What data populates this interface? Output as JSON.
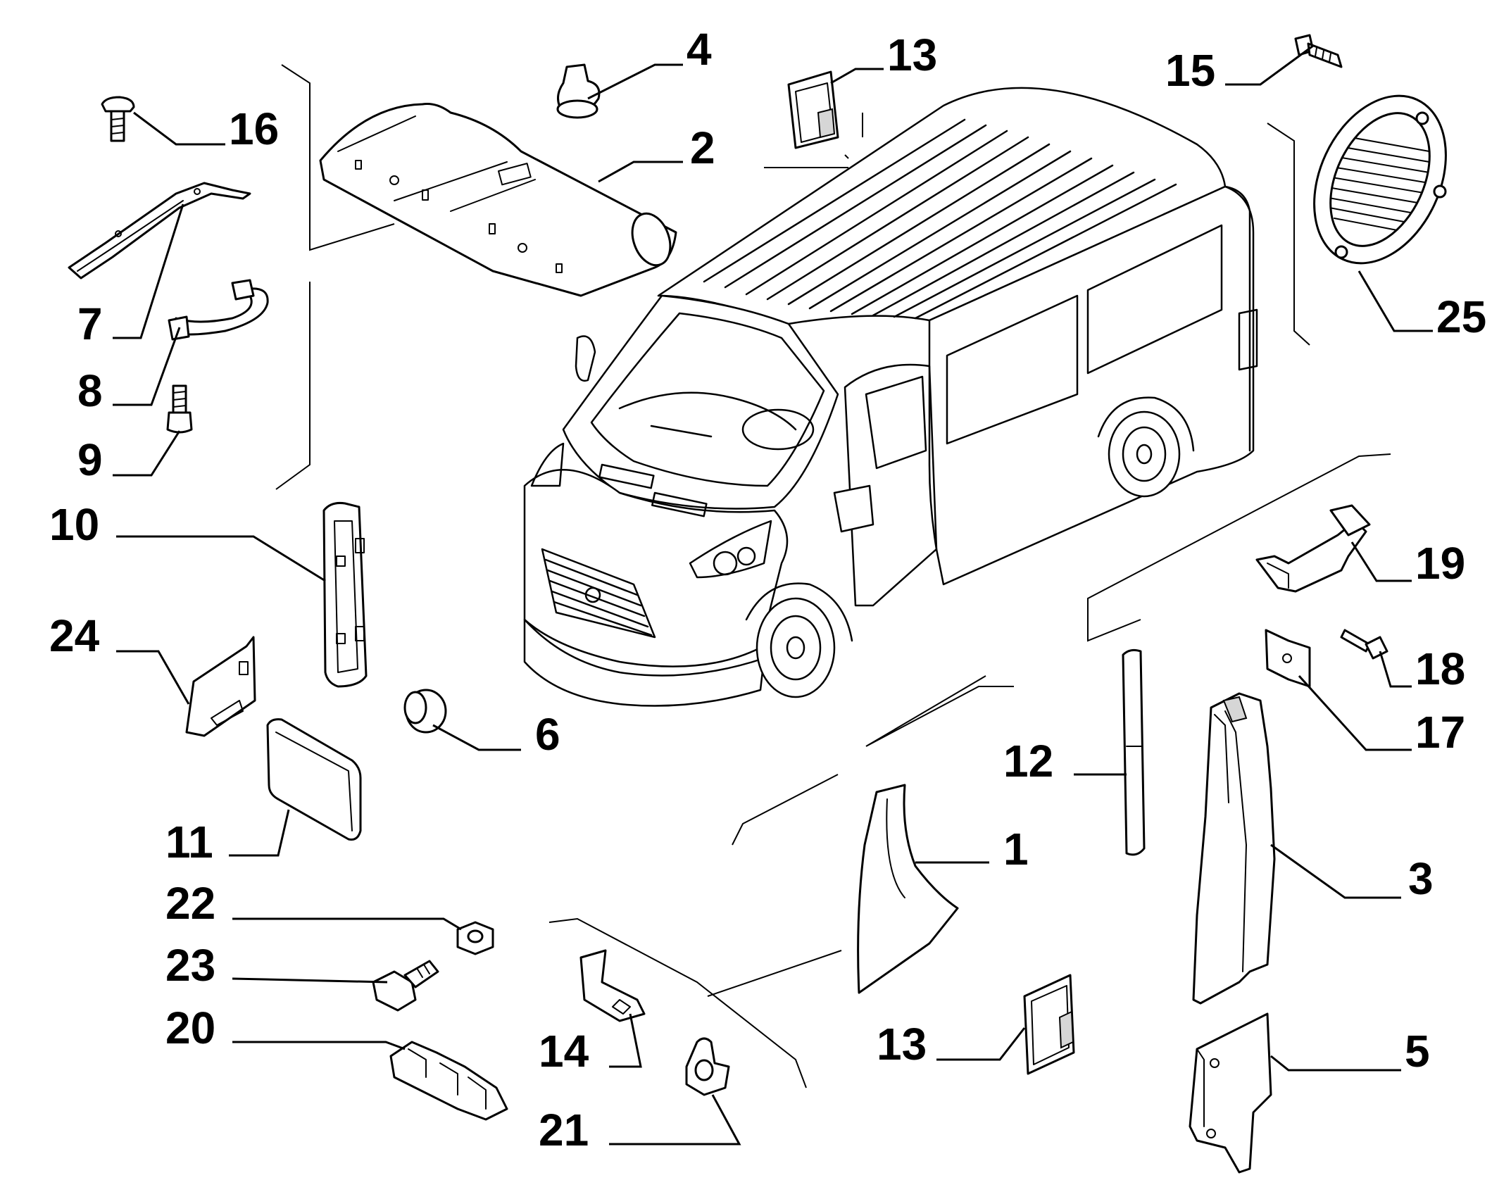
{
  "diagram": {
    "colors": {
      "line": "#000000",
      "background": "#ffffff",
      "shade": "#d6d6d6"
    },
    "callouts": [
      {
        "id": "c1",
        "label": "1"
      },
      {
        "id": "c2",
        "label": "2"
      },
      {
        "id": "c3",
        "label": "3"
      },
      {
        "id": "c4",
        "label": "4"
      },
      {
        "id": "c5",
        "label": "5"
      },
      {
        "id": "c6",
        "label": "6"
      },
      {
        "id": "c7",
        "label": "7"
      },
      {
        "id": "c8",
        "label": "8"
      },
      {
        "id": "c9",
        "label": "9"
      },
      {
        "id": "c10",
        "label": "10"
      },
      {
        "id": "c11",
        "label": "11"
      },
      {
        "id": "c12",
        "label": "12"
      },
      {
        "id": "c13a",
        "label": "13"
      },
      {
        "id": "c13b",
        "label": "13"
      },
      {
        "id": "c14",
        "label": "14"
      },
      {
        "id": "c15",
        "label": "15"
      },
      {
        "id": "c16",
        "label": "16"
      },
      {
        "id": "c17",
        "label": "17"
      },
      {
        "id": "c18",
        "label": "18"
      },
      {
        "id": "c19",
        "label": "19"
      },
      {
        "id": "c20",
        "label": "20"
      },
      {
        "id": "c21",
        "label": "21"
      },
      {
        "id": "c22",
        "label": "22"
      },
      {
        "id": "c23",
        "label": "23"
      },
      {
        "id": "c24",
        "label": "24"
      },
      {
        "id": "c25",
        "label": "25"
      }
    ]
  }
}
